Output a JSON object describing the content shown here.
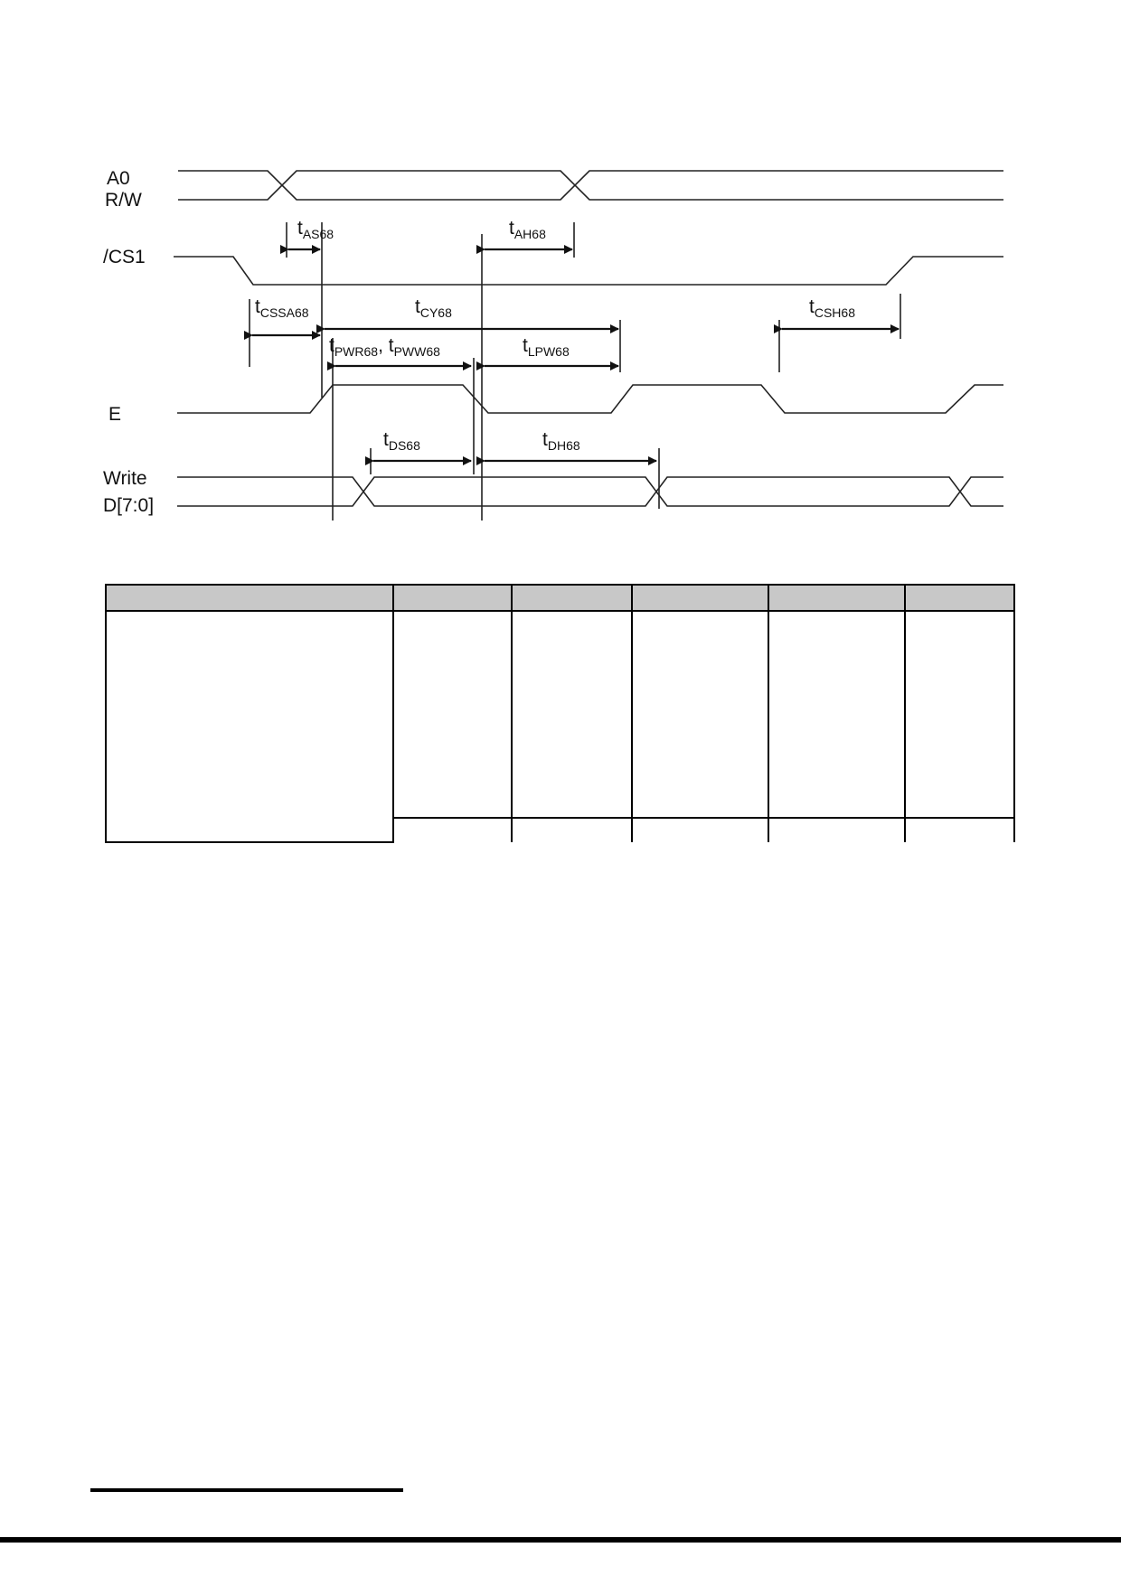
{
  "signals": {
    "a0": "A0",
    "rw": "R/W",
    "cs1": "/CS1",
    "e": "E",
    "write": "Write",
    "data": "D[7:0]"
  },
  "timing_params": [
    {
      "id": "tAS68",
      "t": "t",
      "sub": "AS68"
    },
    {
      "id": "tAH68",
      "t": "t",
      "sub": "AH68"
    },
    {
      "id": "tCSSA68",
      "t": "t",
      "sub": "CSSA68"
    },
    {
      "id": "tCY68",
      "t": "t",
      "sub": "CY68"
    },
    {
      "id": "tCSH68",
      "t": "t",
      "sub": "CSH68"
    },
    {
      "id": "tPWR68",
      "t": "t",
      "sub": "PWR68",
      "sep": ", ",
      "t2": "t",
      "sub2": "PWW68"
    },
    {
      "id": "tLPW68",
      "t": "t",
      "sub": "LPW68"
    },
    {
      "id": "tDS68",
      "t": "t",
      "sub": "DS68"
    },
    {
      "id": "tDH68",
      "t": "t",
      "sub": "DH68"
    }
  ],
  "table": {
    "header_color": "#c8c8c8",
    "columns": [
      "",
      "",
      "",
      "",
      "",
      ""
    ],
    "rows": []
  }
}
